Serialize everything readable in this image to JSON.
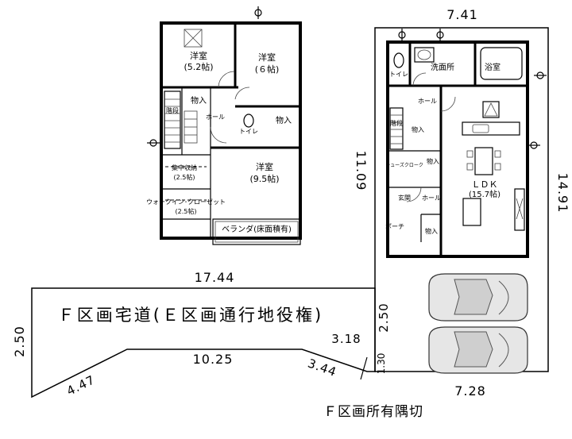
{
  "floor2": {
    "bedroom_nw": {
      "name": "洋室",
      "size": "(5.2帖)"
    },
    "bedroom_ne": {
      "name": "洋室",
      "size": "(６帖)"
    },
    "bedroom_s": {
      "name": "洋室",
      "size": "(9.5帖)"
    },
    "storage_a": "物入",
    "storage_b": "物入",
    "stairs": "階段",
    "hall": "ホール",
    "toilet": "トイレ",
    "central_storage": {
      "name": "集中収納",
      "size": "(2.5帖)"
    },
    "walk_in": {
      "name": "ウォークイン･クローゼット",
      "size": "(2.5帖)"
    },
    "veranda": "ベランダ(床面積有)"
  },
  "floor1": {
    "toilet": "トイレ",
    "washroom": "洗面所",
    "bath": "浴室",
    "stairs": "階段",
    "hall_n": "ホール",
    "hall_s": "ホール",
    "storage_1": "物入",
    "storage_2": "物入",
    "storage_3": "物入",
    "closet": "シューズクローク",
    "entrance": "玄関",
    "porch": "ポーチ",
    "ldk": {
      "name": "ＬＤＫ",
      "size": "(15.7帖)"
    }
  },
  "dimensions": {
    "top": "7.41",
    "left": "11.09",
    "right": "14.91",
    "bottom": "7.28",
    "road_width_right": "2.50",
    "corner_small": "1.30",
    "road_top": "17.44",
    "road_left": "2.50",
    "road_inner": "10.25",
    "road_diag_left": "4.47",
    "road_diag_right": "3.44",
    "road_right_seg": "3.18"
  },
  "labels": {
    "road": "Ｆ区画宅道(Ｅ区画通行地役権)",
    "corner_cut": "Ｆ区画所有隅切"
  }
}
